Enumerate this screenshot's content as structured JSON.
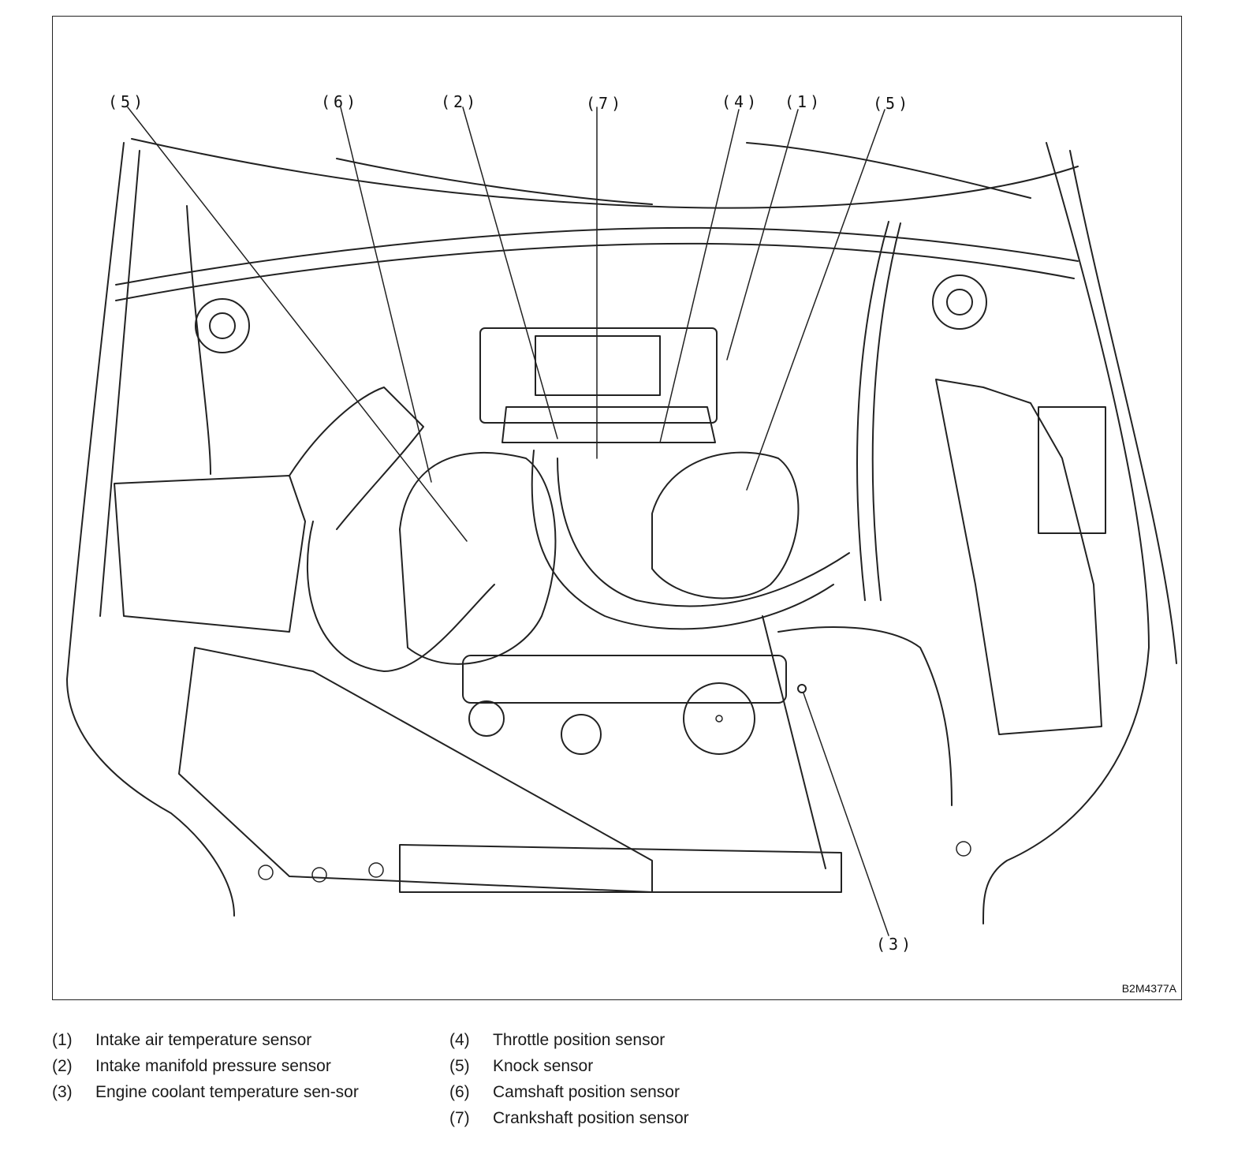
{
  "figure_code": "B2M4377A",
  "callouts": [
    {
      "id": "c5a",
      "text": "(5)"
    },
    {
      "id": "c6",
      "text": "(6)"
    },
    {
      "id": "c2",
      "text": "(2)"
    },
    {
      "id": "c7",
      "text": "(7)"
    },
    {
      "id": "c4",
      "text": "(4)"
    },
    {
      "id": "c1",
      "text": "(1)"
    },
    {
      "id": "c5b",
      "text": "(5)"
    },
    {
      "id": "c3",
      "text": "(3)"
    }
  ],
  "legend": {
    "left": [
      {
        "num": "(1)",
        "label": "Intake air temperature sensor"
      },
      {
        "num": "(2)",
        "label": "Intake manifold pressure sensor"
      },
      {
        "num": "(3)",
        "label": "Engine coolant temperature sen-sor"
      }
    ],
    "right": [
      {
        "num": "(4)",
        "label": "Throttle position sensor"
      },
      {
        "num": "(5)",
        "label": "Knock sensor"
      },
      {
        "num": "(6)",
        "label": "Camshaft position sensor"
      },
      {
        "num": "(7)",
        "label": "Crankshaft position sensor"
      }
    ]
  }
}
